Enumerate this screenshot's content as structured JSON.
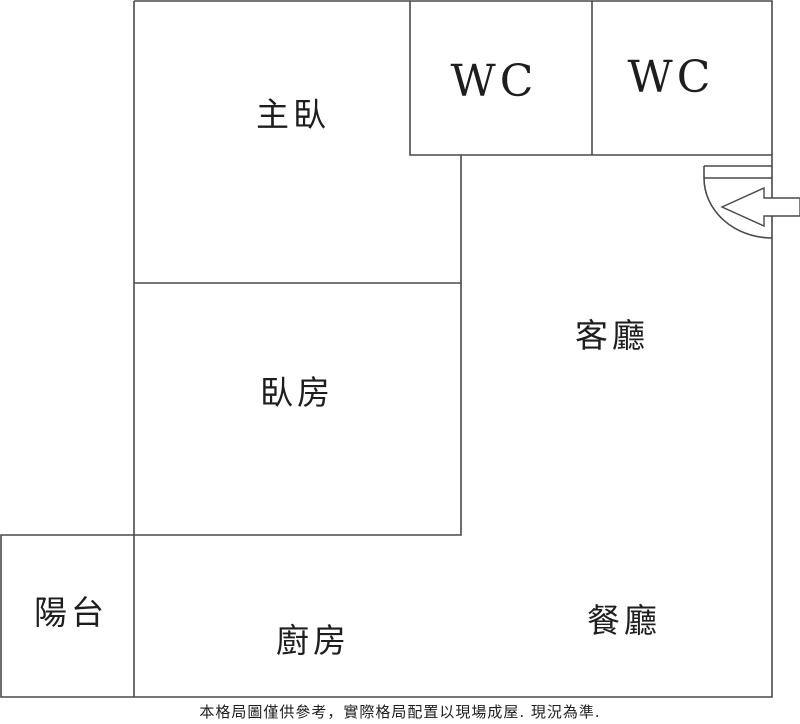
{
  "rooms": {
    "master_bedroom": "主臥",
    "wc_1": "WC",
    "wc_2": "WC",
    "living_room": "客廳",
    "bedroom": "臥房",
    "balcony": "陽台",
    "kitchen": "廚房",
    "dining_room": "餐廳"
  },
  "entrance": {
    "icon": "entrance-arrow-icon"
  },
  "colors": {
    "wall": "#4a4a4a",
    "text": "#1e1e1e",
    "background": "#ffffff"
  },
  "disclaimer": "本格局圖僅供參考，實際格局配置以現場成屋. 現況為準."
}
